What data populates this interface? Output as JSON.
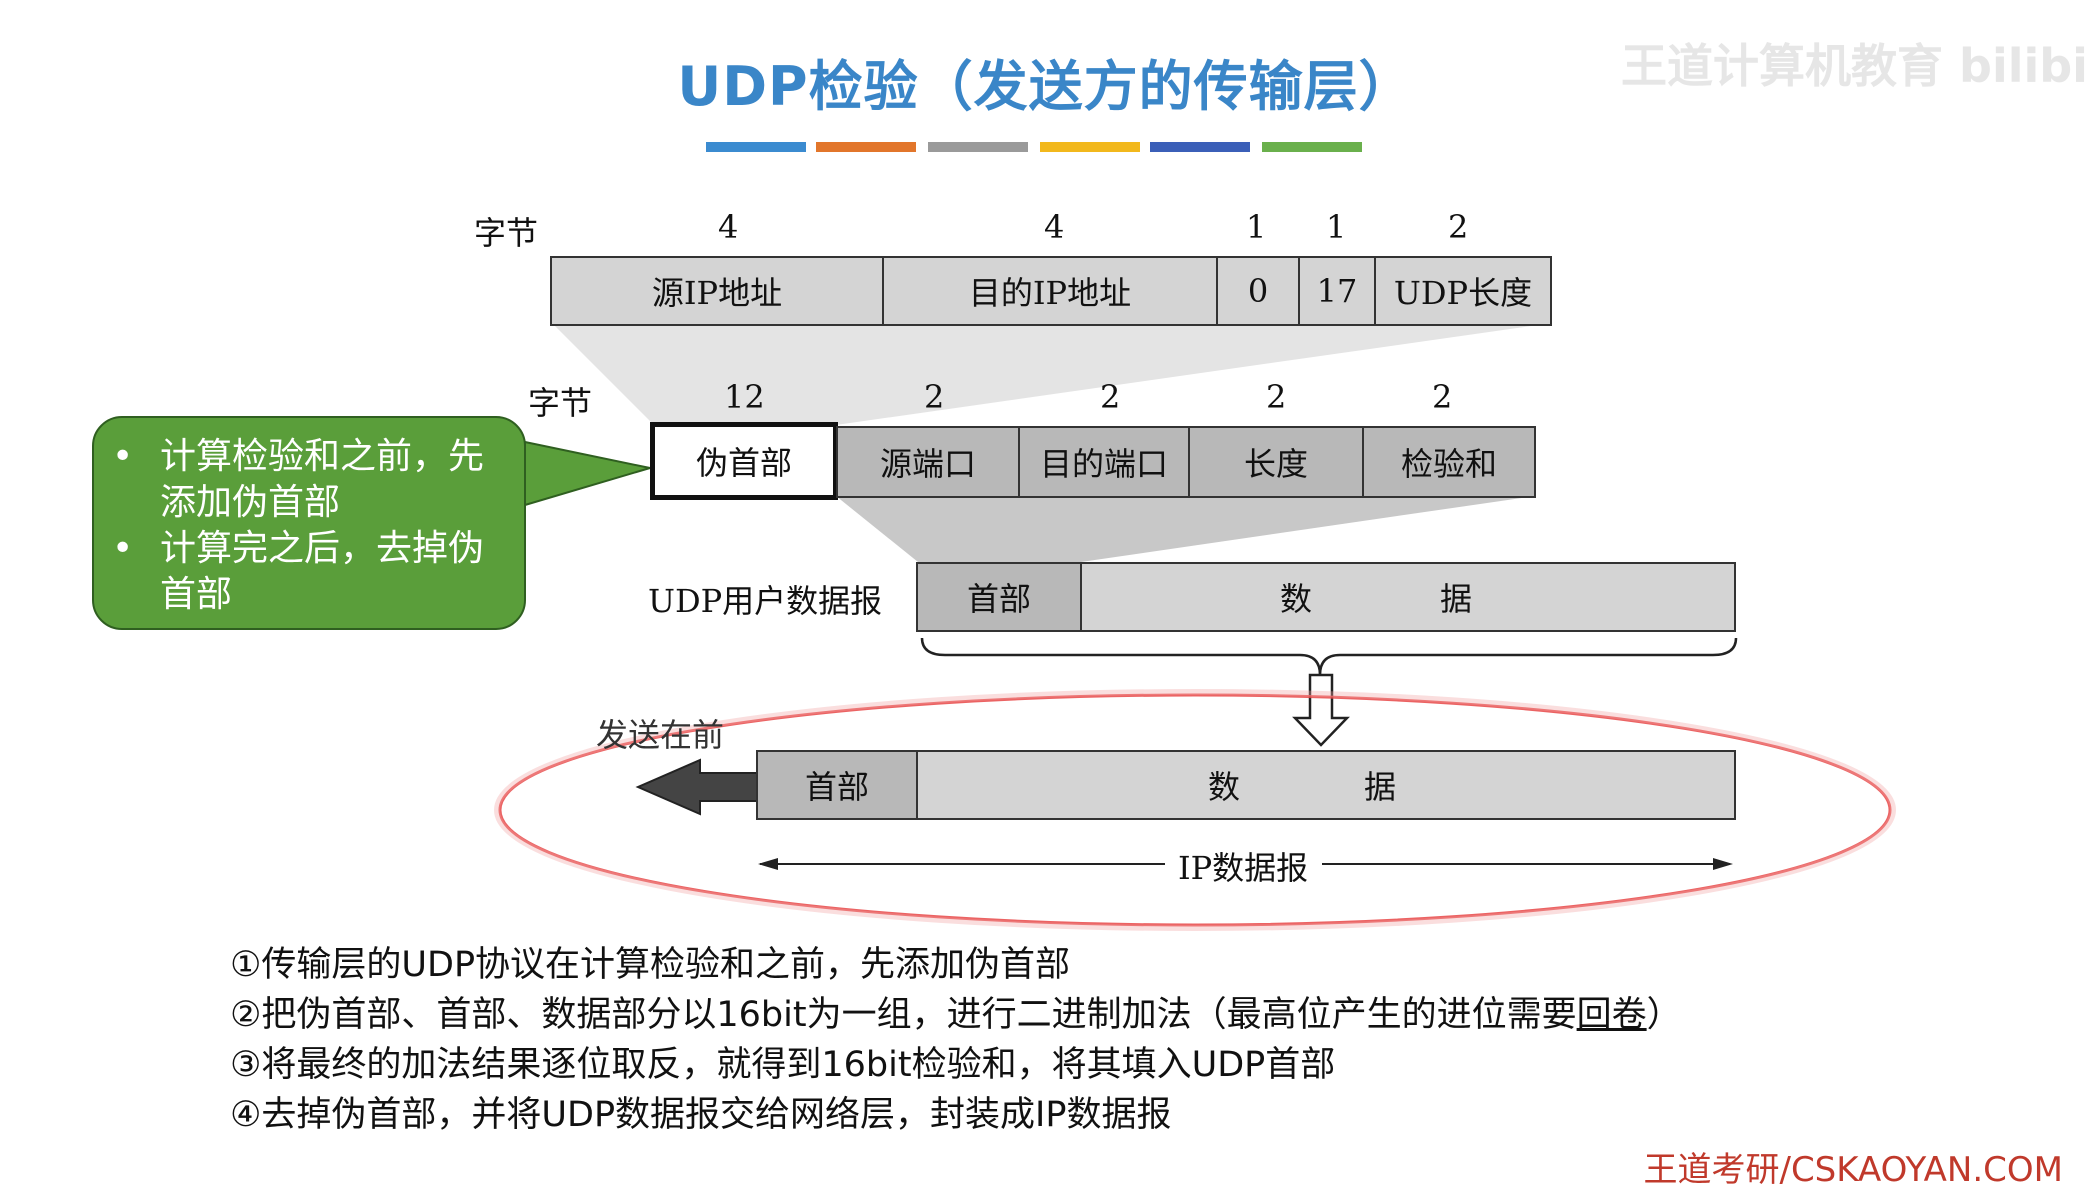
{
  "title": "UDP检验（发送方的传输层）",
  "watermark": "王道计算机教育 bilibili",
  "accent_colors": [
    "#3b8bd0",
    "#e2762b",
    "#9a9a9a",
    "#f2b81c",
    "#3b5fb8",
    "#6ab04c"
  ],
  "pseudo_header": {
    "byte_label": "字节",
    "sizes": [
      "4",
      "4",
      "1",
      "1",
      "2"
    ],
    "fields": [
      "源IP地址",
      "目的IP地址",
      "0",
      "17",
      "UDP长度"
    ]
  },
  "udp_header": {
    "byte_label": "字节",
    "sizes": [
      "12",
      "2",
      "2",
      "2",
      "2"
    ],
    "fields": [
      "伪首部",
      "源端口",
      "目的端口",
      "长度",
      "检验和"
    ]
  },
  "udp_datagram": {
    "label": "UDP用户数据报",
    "header": "首部",
    "data_1": "数",
    "data_2": "据"
  },
  "ip_datagram": {
    "annotation": "发送在前",
    "header": "首部",
    "data_1": "数",
    "data_2": "据",
    "label": "IP数据报"
  },
  "callout": {
    "items": [
      "计算检验和之前，先添加伪首部",
      "计算完之后，去掉伪首部"
    ],
    "color": "#5a9e3a"
  },
  "steps": {
    "s1": "①传输层的UDP协议在计算检验和之前，先添加伪首部",
    "s2_pre": "②把伪首部、首部、数据部分以16bit为一组，进行二进制加法（最高位产生的进位需要",
    "s2_link": "回卷",
    "s2_post": "）",
    "s3": "③将最终的加法结果逐位取反，就得到16bit检验和，将其填入UDP首部",
    "s4": "④去掉伪首部，并将UDP数据报交给网络层，封装成IP数据报"
  },
  "footer": "王道考研/CSKAOYAN.COM"
}
